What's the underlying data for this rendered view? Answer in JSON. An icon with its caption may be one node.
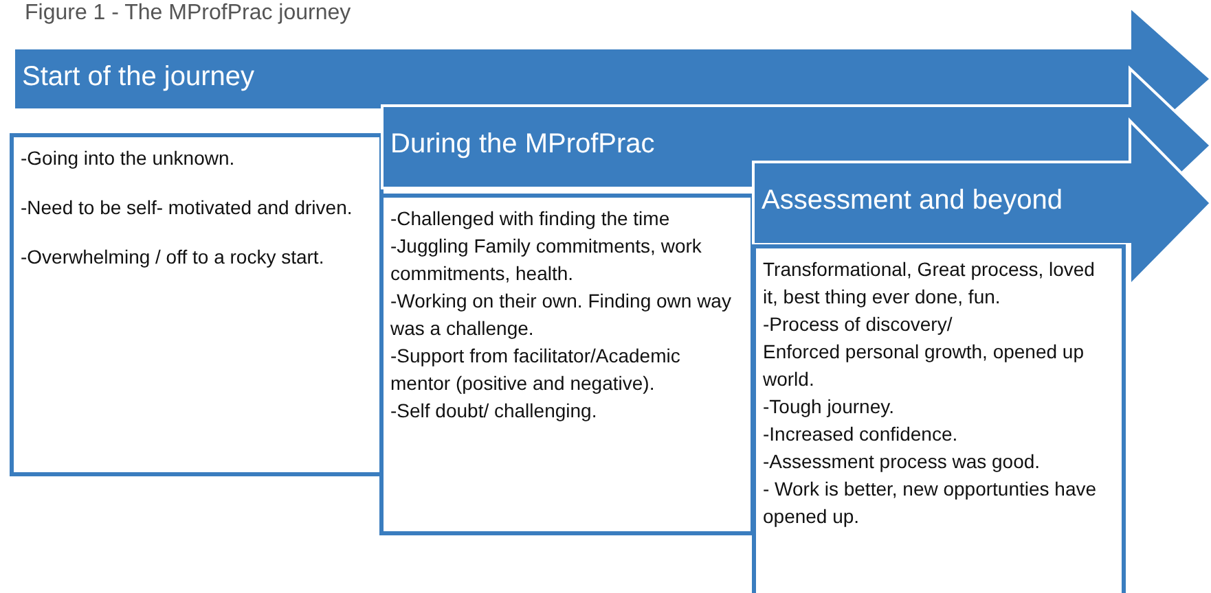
{
  "diagram": {
    "title": "Figure 1 - The MProfPrac journey",
    "nodes": [
      {
        "text": [
          "Start of the journey"
        ]
      },
      {
        "text": [
          "-Going into the unknown.",
          "-Need to be self- motivated and driven.",
          "-Overwhelming / off to a rocky start."
        ]
      },
      {
        "text": [
          "During the MProfPrac"
        ]
      },
      {
        "text": [
          "-Challenged with finding the time",
          "-Juggling Family commitments, work commitments, health.",
          "-Working on their own. Finding own way was a challenge.",
          "-Support from facilitator/Academic mentor (positive and negative).",
          "-Self doubt/ challenging."
        ]
      },
      {
        "text": [
          "Assessment and beyond"
        ]
      },
      {
        "text": [
          "Transformational, Great process, loved it, best thing ever done, fun.",
          "-Process of discovery/",
          "Enforced personal growth, opened up world.",
          "-Tough journey.",
          "-Increased confidence.",
          "-Assessment process was good.",
          "- Work is better, new opportunties have opened up."
        ]
      }
    ]
  }
}
